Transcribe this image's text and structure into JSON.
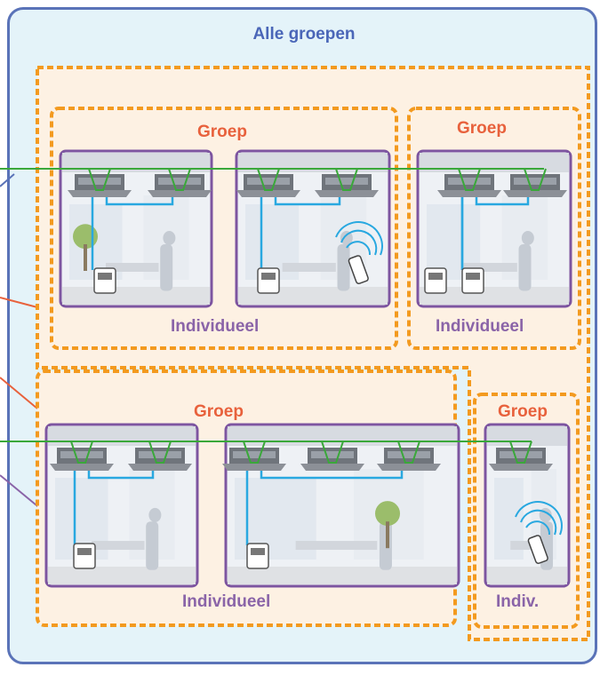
{
  "all_groups_label": "Alle groepen",
  "group_labels": [
    "Groep",
    "Groep",
    "Groep",
    "Groep"
  ],
  "individual_labels": [
    "Individueel",
    "Individueel",
    "Individueel",
    "Indiv."
  ],
  "colors": {
    "all_border": "#5a73b8",
    "all_fill": "#e4f3f9",
    "zone_border": "#f39a1f",
    "zone_fill": "#fdf1e3",
    "room_border": "#7d55a0",
    "network": "#3aa83a",
    "piping": "#29a8e0",
    "group_text": "#e8613c",
    "individual_text": "#8a64a8"
  }
}
